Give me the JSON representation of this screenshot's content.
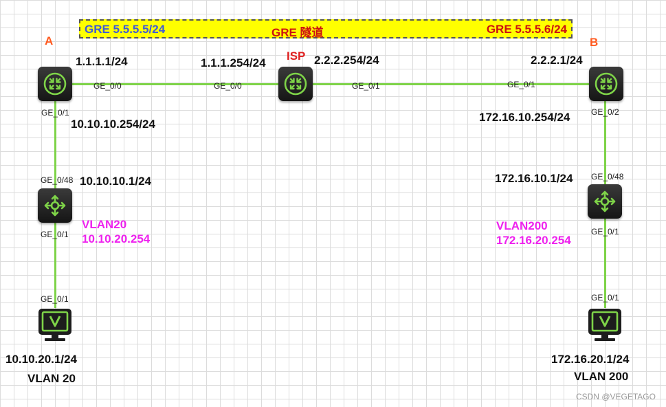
{
  "banner": {
    "left": "GRE  5.5.5.5/24",
    "center": "GRE 隧道",
    "right": "GRE  5.5.5.6/24"
  },
  "labels": {
    "a": "A",
    "b": "B",
    "isp": "ISP"
  },
  "ips": {
    "ra_wan": "1.1.1.1/24",
    "isp_a": "1.1.1.254/24",
    "isp_b": "2.2.2.254/24",
    "rb_wan": "2.2.2.1/24",
    "ra_lan": "10.10.10.254/24",
    "rb_lan": "172.16.10.254/24",
    "swa_up": "10.10.10.1/24",
    "swb_up": "172.16.10.1/24",
    "pca": "10.10.20.1/24",
    "pcb": "172.16.20.1/24"
  },
  "vlans": {
    "swa_name": "VLAN20",
    "swa_gw": "10.10.20.254",
    "swb_name": "VLAN200",
    "swb_gw": "172.16.20.254",
    "pca": "VLAN 20",
    "pcb": "VLAN 200"
  },
  "ports": {
    "ra_ge00": "GE_0/0",
    "isp_ge00": "GE_0/0",
    "isp_ge01": "GE_0/1",
    "rb_ge01": "GE_0/1",
    "ra_ge01": "GE_0/1",
    "rb_ge02": "GE_0/2",
    "swa_ge048": "GE_0/48",
    "swb_ge048": "GE_0/48",
    "swa_ge01": "GE_0/1",
    "swb_ge01": "GE_0/1",
    "pca_ge01": "GE_0/1",
    "pcb_ge01": "GE_0/1"
  },
  "watermark": "CSDN @VEGETAGO",
  "colors": {
    "link": "#7ed348",
    "banner_bg": "#ffff00",
    "banner_left": "#3e5bd8",
    "banner_center": "#cc1111",
    "banner_right": "#cc1111",
    "label": "#ff5a1f",
    "isp": "#e02020",
    "vlan": "#ee22ee",
    "icon": "#7ed348"
  },
  "icons": {
    "router": "router-icon",
    "switch": "switch-icon",
    "pc": "pc-icon"
  }
}
